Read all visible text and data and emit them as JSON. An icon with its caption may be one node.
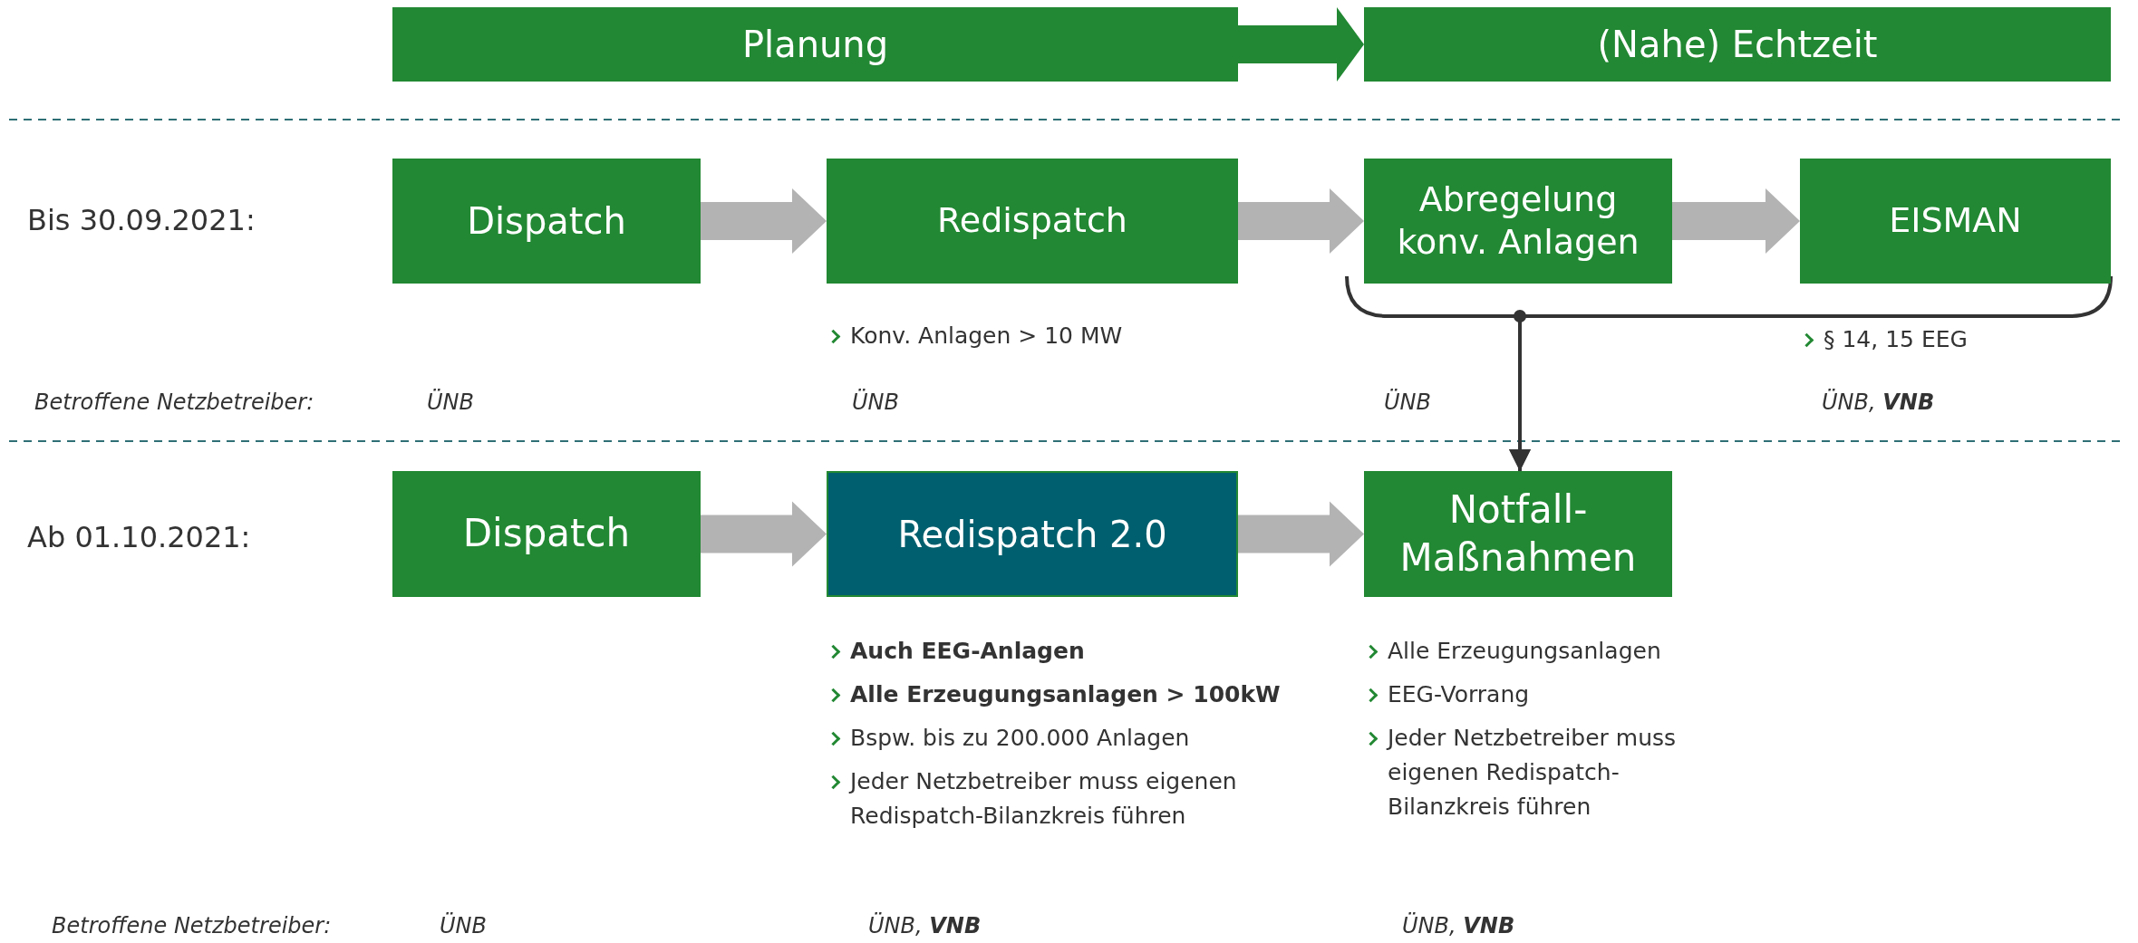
{
  "diagram": {
    "nodes": [
      {
        "text": [
          "Planung"
        ]
      },
      {
        "text": [
          "(Nahe) Echtzeit"
        ]
      },
      {
        "text": [
          "Dispatch"
        ]
      },
      {
        "text": [
          "Redispatch"
        ],
        "beside": [
          "Konv. Anlagen > 10 MW"
        ]
      },
      {
        "text": [
          "Abregelung konv. Anlagen"
        ]
      },
      {
        "text": [
          "EISMAN"
        ],
        "beside": [
          "§ 14, 15 EEG"
        ]
      },
      {
        "text": [
          "Dispatch"
        ]
      },
      {
        "text": [
          "Redispatch 2.0"
        ],
        "beside": [
          "**Auch EEG-Anlagen**",
          "**Alle Erzeugungsanlagen > 100kW**",
          "Bspw. bis zu 200.000 Anlagen",
          "Jeder Netzbetreiber muss eigenen Redispatch-Bilanzkreis führen"
        ]
      },
      {
        "text": [
          "Notfall-Maßnahmen"
        ],
        "beside": [
          "Alle Erzeugungsanlagen",
          "EEG-Vorrang",
          "Jeder Netzbetreiber muss eigenen Redispatch-Bilanzkreis führen"
        ]
      }
    ],
    "edges": [
      {
        "from": 0,
        "to": 1,
        "arrow": "to",
        "style": "thick",
        "color": "#228833"
      },
      {
        "from": 2,
        "to": 3,
        "arrow": "to",
        "style": "thick"
      },
      {
        "from": 3,
        "to": 4,
        "arrow": "to",
        "style": "thick"
      },
      {
        "from": 4,
        "to": 5,
        "arrow": "to",
        "style": "thick"
      },
      {
        "from": 4,
        "to": 8,
        "arrow": "to",
        "color": "#333333"
      },
      {
        "from": 5,
        "to": 8,
        "arrow": "to",
        "color": "#333333"
      },
      {
        "from": 6,
        "to": 7,
        "arrow": "to",
        "style": "thick"
      },
      {
        "from": 7,
        "to": 8,
        "arrow": "to",
        "style": "thick"
      }
    ],
    "labels": [
      "Bis 30.09.2021:",
      "Betroffene Netzbetreiber:",
      "ÜNB",
      "ÜNB",
      "ÜNB",
      "ÜNB, **VNB**",
      "Ab 01.10.2021:",
      "Betroffene Netzbetreiber:",
      "ÜNB",
      "ÜNB, **VNB**",
      "ÜNB, **VNB**"
    ]
  }
}
